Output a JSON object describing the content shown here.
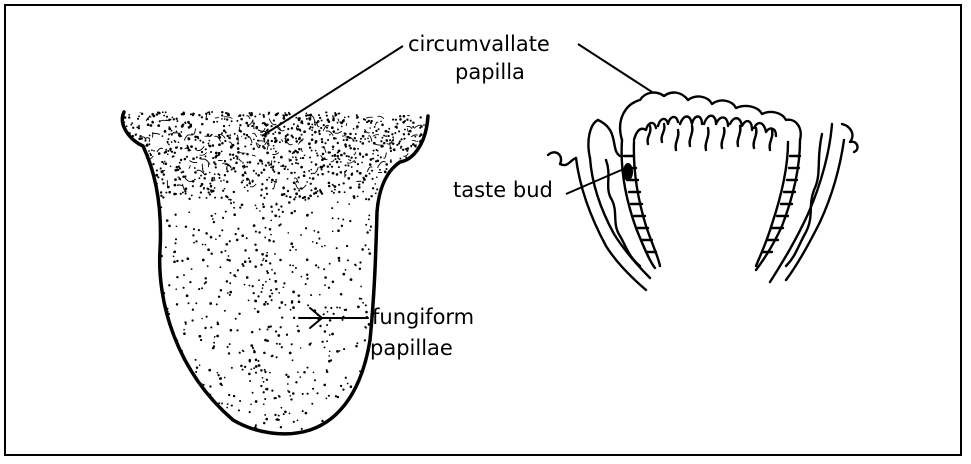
{
  "diagram": {
    "labels": {
      "circumvallate_line1": "circumvallate",
      "circumvallate_line2": "papilla",
      "taste_bud": "taste bud",
      "fungiform_line1": "fungiform",
      "fungiform_line2": "papillae"
    },
    "colors": {
      "ink": "#000000",
      "background": "#ffffff"
    }
  }
}
